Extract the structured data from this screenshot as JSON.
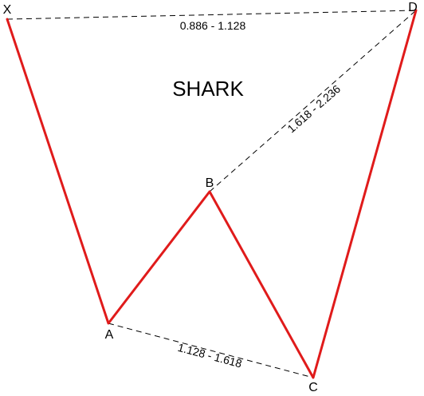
{
  "title": "SHARK",
  "points": {
    "x": "X",
    "a": "A",
    "b": "B",
    "c": "C",
    "d": "D"
  },
  "ratios": {
    "xd": "0.886 - 1.128",
    "bd": "1.618 - 2.236",
    "ac": "1.128 - 1.618"
  },
  "colors": {
    "pattern_line": "#e01b1b",
    "projection_line": "#000000"
  }
}
